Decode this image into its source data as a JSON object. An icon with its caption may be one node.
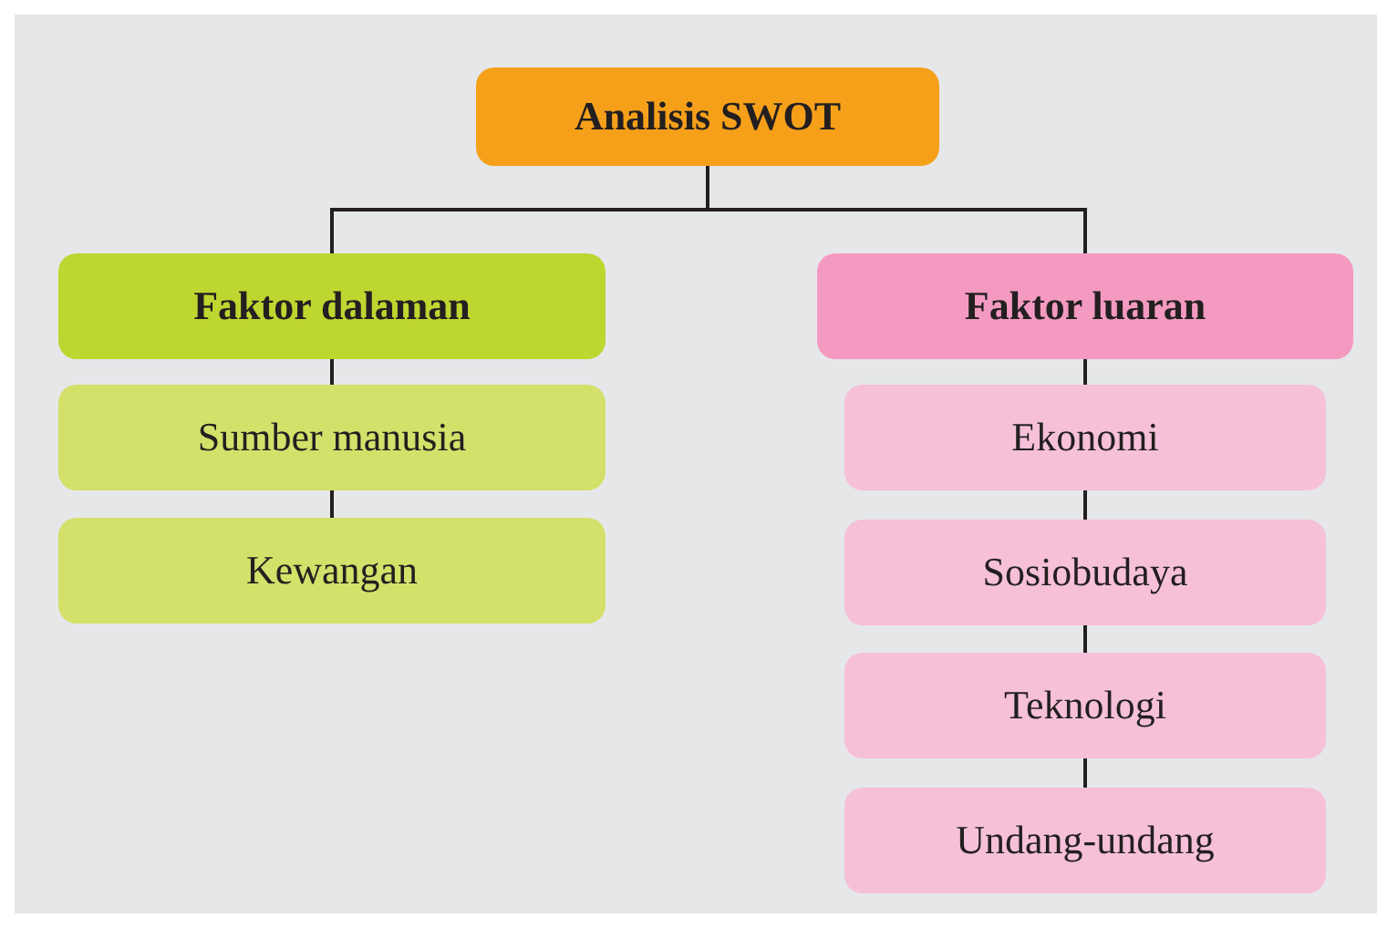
{
  "diagram": {
    "nodes": [
      {
        "text": [
          "Analisis SWOT"
        ]
      },
      {
        "text": [
          "Faktor dalaman"
        ]
      },
      {
        "text": [
          "Sumber manusia"
        ]
      },
      {
        "text": [
          "Kewangan"
        ]
      },
      {
        "text": [
          "Faktor luaran"
        ]
      },
      {
        "text": [
          "Ekonomi"
        ]
      },
      {
        "text": [
          "Sosiobudaya"
        ]
      },
      {
        "text": [
          "Teknologi"
        ]
      },
      {
        "text": [
          "Undang-undang"
        ]
      }
    ],
    "edges": [
      {
        "from": 0,
        "to": 1,
        "arrow": "none"
      },
      {
        "from": 0,
        "to": 4,
        "arrow": "none"
      },
      {
        "from": 1,
        "to": 2,
        "arrow": "none"
      },
      {
        "from": 2,
        "to": 3,
        "arrow": "none"
      },
      {
        "from": 4,
        "to": 5,
        "arrow": "none"
      },
      {
        "from": 5,
        "to": 6,
        "arrow": "none"
      },
      {
        "from": 6,
        "to": 7,
        "arrow": "none"
      },
      {
        "from": 7,
        "to": 8,
        "arrow": "none"
      }
    ]
  }
}
